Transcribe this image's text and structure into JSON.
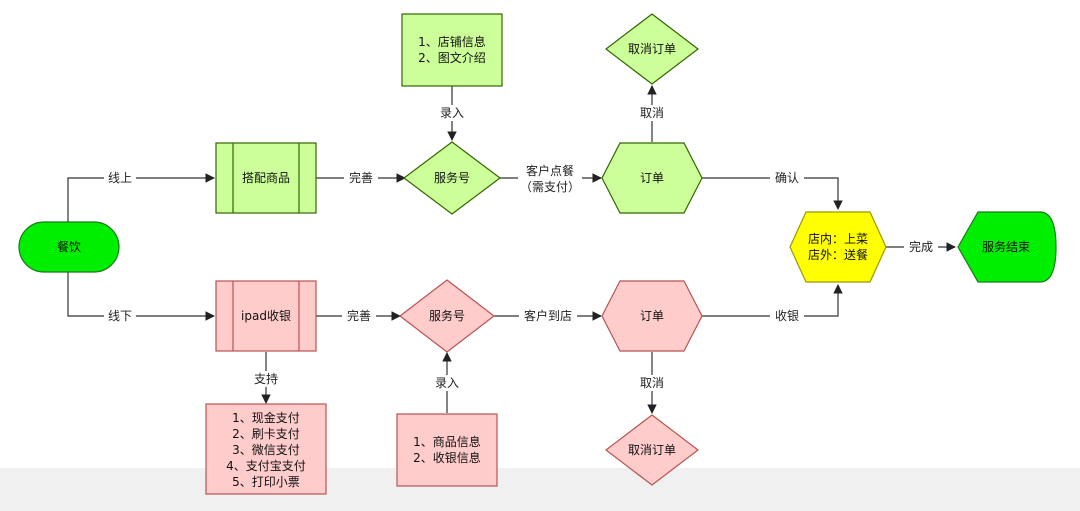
{
  "nodes": {
    "canyin": "餐饮",
    "dapei": "搭配商品",
    "ipad": "ipad收银",
    "fwh_top": "服务号",
    "fwh_bottom": "服务号",
    "shop_info": [
      "1、店铺信息",
      "2、图文介绍"
    ],
    "goods_info": [
      "1、商品信息",
      "2、收银信息"
    ],
    "pay_list": [
      "1、现金支付",
      "2、刷卡支付",
      "3、微信支付",
      "4、支付宝支付",
      "5、打印小票"
    ],
    "order_top": "订单",
    "order_bottom": "订单",
    "cancel_top": "取消订单",
    "cancel_bottom": "取消订单",
    "serve": [
      "店内：上菜",
      "店外：送餐"
    ],
    "end": "服务结束"
  },
  "edges": {
    "online": "线上",
    "offline": "线下",
    "complete_top": "完善",
    "complete_bottom": "完善",
    "enter_top": "录入",
    "enter_bottom": "录入",
    "support": "支持",
    "order_top": [
      "客户点餐",
      "（需支付）"
    ],
    "order_bottom": "客户到店",
    "cancel_top": "取消",
    "cancel_bottom": "取消",
    "confirm": "确认",
    "cashier": "收银",
    "finish": "完成"
  },
  "colors": {
    "green_bright": "#00ee00",
    "green_light": "#ccff99",
    "pink": "#ffcccc",
    "yellow": "#ffff00",
    "stroke_green": "#336600",
    "stroke_pink": "#b85450",
    "stroke_yellow": "#999900"
  }
}
